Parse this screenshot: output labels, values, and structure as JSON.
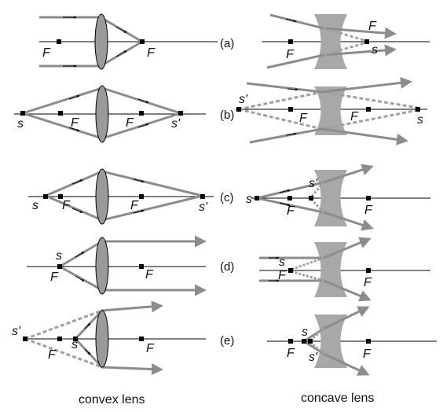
{
  "captions": {
    "convex": "convex lens",
    "concave": "concave lens"
  },
  "row_tags": [
    "(a)",
    "(b)",
    "(c)",
    "(d)",
    "(e)"
  ],
  "symbols": {
    "focal": "F",
    "source": "s",
    "image": "s'"
  },
  "colors": {
    "ray": "#8c8c8c",
    "lens_convex": "#9a9a9a",
    "lens_concave": "#a8a8a8",
    "axis": "#000000",
    "point": "#000000"
  }
}
